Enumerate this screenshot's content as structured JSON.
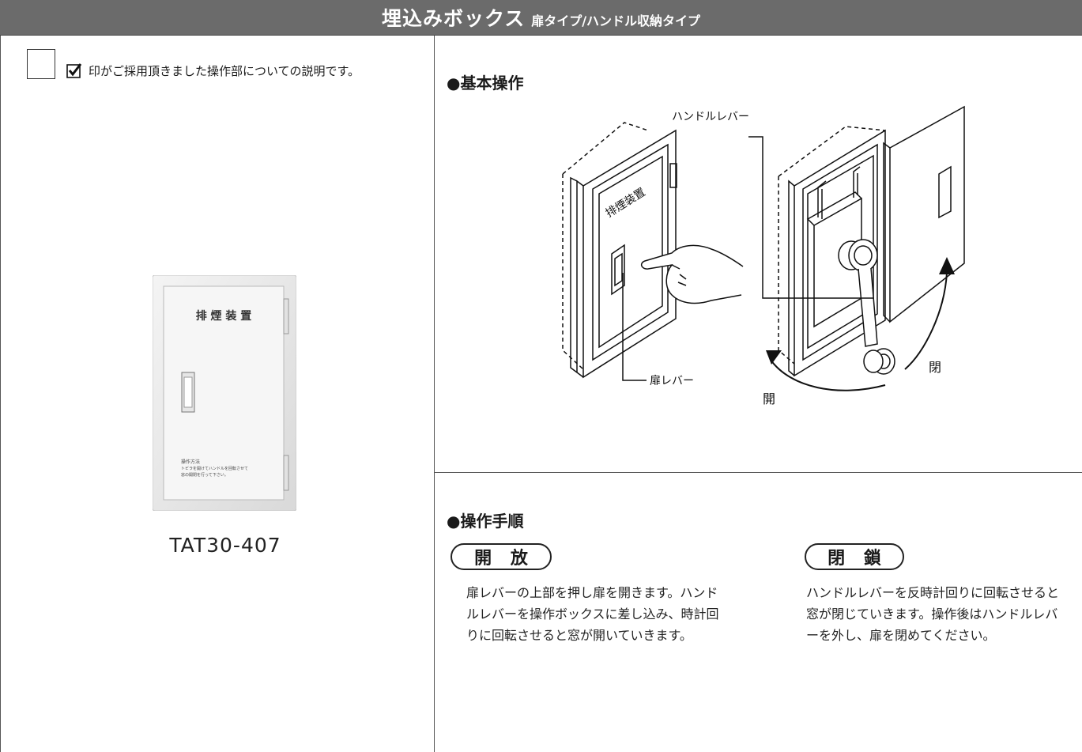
{
  "header": {
    "title": "埋込みボックス",
    "subtitle": "扉タイプ/ハンドル収納タイプ"
  },
  "legend": {
    "text": "印がご採用頂きました操作部についての説明です。"
  },
  "product": {
    "photo_title": "排 煙 装 置",
    "photo_note_title": "操作方法",
    "photo_note_line1": "トビラを開けてハンドルを回転させて",
    "photo_note_line2": "窓の開閉を行って下さい。",
    "model": "TAT30-407"
  },
  "basic_operation": {
    "title": "●基本操作",
    "labels": {
      "handle_lever": "ハンドルレバー",
      "door_lever": "扉レバー",
      "door_text": "排煙装置",
      "open": "開",
      "close": "閉"
    }
  },
  "procedure": {
    "title": "●操作手順",
    "open": {
      "label": "開 放",
      "text": "扉レバーの上部を押し扉を開きます。ハンドルレバーを操作ボックスに差し込み、時計回りに回転させると窓が開いていきます。"
    },
    "close": {
      "label": "閉 鎖",
      "text": "ハンドルレバーを反時計回りに回転させると窓が閉じていきます。操作後はハンドルレバーを外し、扉を閉めてください。"
    }
  }
}
